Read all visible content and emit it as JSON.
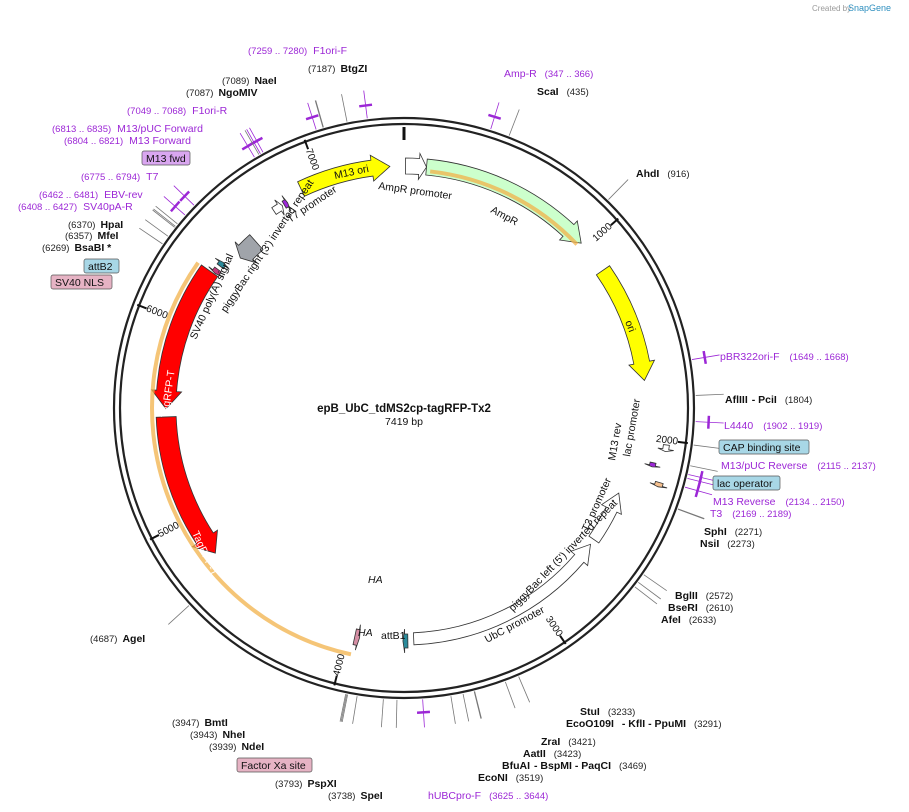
{
  "credit": {
    "created_by": "Created by",
    "brand": "SnapGene"
  },
  "plasmid": {
    "name": "epB_UbC_tdMS2cp-tagRFP-Tx2",
    "size_label": "7419 bp",
    "length": 7419
  },
  "ticks": [
    "1000",
    "2000",
    "3000",
    "4000",
    "5000",
    "6000",
    "7000"
  ],
  "features": [
    {
      "name": "M13 ori",
      "start": 6900,
      "end": 7350,
      "color": "#ffff00",
      "direction": "forward"
    },
    {
      "name": "AmpR promoter",
      "start": 7,
      "end": 110,
      "color": "#ffffff",
      "direction": "forward"
    },
    {
      "name": "AmpR",
      "start": 110,
      "end": 970,
      "color": "#ccffcc",
      "direction": "forward"
    },
    {
      "name": "ori",
      "start": 1140,
      "end": 1720,
      "color": "#ffff00",
      "direction": "forward"
    },
    {
      "name": "lac promoter",
      "start": 2020,
      "end": 2050,
      "color": "#ffffff",
      "direction": "forward"
    },
    {
      "name": "M13 rev",
      "start": 2110,
      "end": 2130,
      "color": "#9c27d6",
      "direction": "forward"
    },
    {
      "name": "T3 promoter",
      "start": 2190,
      "end": 2210,
      "color": "#f6c08e",
      "direction": "forward"
    },
    {
      "name": "piggyBac left (5') inverted repeat",
      "start": 2300,
      "end": 2570,
      "color": "#ffffff",
      "direction": "reverse"
    },
    {
      "name": "UbC promoter",
      "start": 2600,
      "end": 3660,
      "color": "#ffffff",
      "direction": "reverse"
    },
    {
      "name": "attB1",
      "start": 3690,
      "end": 3715,
      "color": "#2a8a9a",
      "direction": "forward"
    },
    {
      "name": "HA",
      "start": 3935,
      "end": 3960,
      "color": "#d58ea4",
      "direction": "reverse"
    },
    {
      "name": "TagRFP-T",
      "start": 4790,
      "end": 5520,
      "color": "#ff0000",
      "direction": "reverse"
    },
    {
      "name": "TagRFP-T",
      "start": 5560,
      "end": 6290,
      "color": "#ff0000",
      "direction": "reverse"
    },
    {
      "name": "SV40 NLS",
      "start": 6295,
      "end": 6320,
      "color": "#c4387c",
      "direction": "reverse"
    },
    {
      "name": "attB2",
      "start": 6340,
      "end": 6365,
      "color": "#2a8a9a",
      "direction": "forward"
    },
    {
      "name": "SV40 poly(A) signal",
      "start": 6440,
      "end": 6560,
      "color": "#a0a4aa",
      "direction": "reverse"
    },
    {
      "name": "piggyBac right (3') inverted repeat",
      "start": 6730,
      "end": 6780,
      "color": "#ffffff",
      "direction": "forward"
    },
    {
      "name": "T7 promoter",
      "start": 6790,
      "end": 6810,
      "color": "#9c27d6",
      "direction": "forward"
    }
  ],
  "inner_labels": [
    {
      "name": "M13 ori"
    },
    {
      "name": "AmpR promoter"
    },
    {
      "name": "AmpR"
    },
    {
      "name": "ori"
    },
    {
      "name": "lac promoter"
    },
    {
      "name": "M13 rev"
    },
    {
      "name": "T3 promoter"
    },
    {
      "name": "piggyBac left (5') inverted repeat"
    },
    {
      "name": "UbC promoter"
    },
    {
      "name": "attB1"
    },
    {
      "name": "HA"
    },
    {
      "name": "HA"
    },
    {
      "name": "TagRFP-T"
    },
    {
      "name": "TagRFP-T"
    },
    {
      "name": "SV40 poly(A) signal"
    },
    {
      "name": "piggyBac right (3') inverted repeat"
    },
    {
      "name": "T7 promoter"
    }
  ],
  "enzymes": [
    {
      "name": "BtgZI",
      "pos": "(7187)",
      "site": 7187
    },
    {
      "name": "NaeI",
      "pos": "(7089)",
      "site": 7089
    },
    {
      "name": "NgoMIV",
      "pos": "(7087)",
      "site": 7087
    },
    {
      "name": "ScaI",
      "pos": "(435)",
      "site": 435
    },
    {
      "name": "AhdI",
      "pos": "(916)",
      "site": 916
    },
    {
      "name": "AflIII",
      "pos": "(1804)",
      "site": 1804,
      "extra": "- PciI"
    },
    {
      "name": "SphI",
      "pos": "(2271)",
      "site": 2271
    },
    {
      "name": "NsiI",
      "pos": "(2273)",
      "site": 2273
    },
    {
      "name": "BglII",
      "pos": "(2572)",
      "site": 2572
    },
    {
      "name": "BseRI",
      "pos": "(2610)",
      "site": 2610
    },
    {
      "name": "AfeI",
      "pos": "(2633)",
      "site": 2633
    },
    {
      "name": "StuI",
      "pos": "(3233)",
      "site": 3233
    },
    {
      "name": "EcoO109I",
      "pos": "(3291)",
      "site": 3291,
      "extra": "- KflI - PpuMI"
    },
    {
      "name": "ZraI",
      "pos": "(3421)",
      "site": 3421
    },
    {
      "name": "AatII",
      "pos": "(3423)",
      "site": 3423
    },
    {
      "name": "BfuAI",
      "pos": "(3469)",
      "site": 3469,
      "extra": "- BspMI - PaqCI"
    },
    {
      "name": "EcoNI",
      "pos": "(3519)",
      "site": 3519
    },
    {
      "name": "SpeI",
      "pos": "(3738)",
      "site": 3738
    },
    {
      "name": "PspXI",
      "pos": "(3793)",
      "site": 3793
    },
    {
      "name": "NdeI",
      "pos": "(3939)",
      "site": 3939
    },
    {
      "name": "NheI",
      "pos": "(3943)",
      "site": 3943
    },
    {
      "name": "BmtI",
      "pos": "(3947)",
      "site": 3947
    },
    {
      "name": "AgeI",
      "pos": "(4687)",
      "site": 4687
    },
    {
      "name": "BsaBI *",
      "pos": "(6269)",
      "site": 6269
    },
    {
      "name": "MfeI",
      "pos": "(6357)",
      "site": 6357
    },
    {
      "name": "HpaI",
      "pos": "(6370)",
      "site": 6370
    }
  ],
  "primers": [
    {
      "name": "F1ori-F",
      "range": "(7259 .. 7280)",
      "site": 7270
    },
    {
      "name": "Amp-R",
      "range": "(347 .. 366)",
      "site": 356
    },
    {
      "name": "pBR322ori-F",
      "range": "(1649 .. 1668)",
      "site": 1658
    },
    {
      "name": "L4440",
      "range": "(1902 .. 1919)",
      "site": 1910
    },
    {
      "name": "M13/pUC Reverse",
      "range": "(2115 .. 2137)",
      "site": 2126
    },
    {
      "name": "M13 Reverse",
      "range": "(2134 .. 2150)",
      "site": 2142
    },
    {
      "name": "T3",
      "range": "(2169 .. 2189)",
      "site": 2179
    },
    {
      "name": "hUBCpro-F",
      "range": "(3625 .. 3644)",
      "site": 3634
    },
    {
      "name": "F1ori-R",
      "range": "(7049 .. 7068)",
      "site": 7058
    },
    {
      "name": "M13/pUC Forward",
      "range": "(6813 .. 6835)",
      "site": 6824
    },
    {
      "name": "M13 Forward",
      "range": "(6804 .. 6821)",
      "site": 6812
    },
    {
      "name": "T7",
      "range": "(6775 .. 6794)",
      "site": 6784
    },
    {
      "name": "EBV-rev",
      "range": "(6462 .. 6481)",
      "site": 6471
    },
    {
      "name": "SV40pA-R",
      "range": "(6408 .. 6427)",
      "site": 6417
    }
  ],
  "boxed_features": [
    {
      "name": "M13 fwd",
      "color": "#d9a6f0",
      "site": 6805
    },
    {
      "name": "attB2",
      "color": "#a8d7e6",
      "site": 6352
    },
    {
      "name": "SV40 NLS",
      "color": "#e6b3c4",
      "site": 6307
    },
    {
      "name": "CAP binding site",
      "color": "#a8d7e6",
      "site": 2005
    },
    {
      "name": "lac operator",
      "color": "#a8d7e6",
      "site": 2090
    },
    {
      "name": "Factor Xa site",
      "color": "#e6b3c4",
      "site": 3900
    }
  ]
}
